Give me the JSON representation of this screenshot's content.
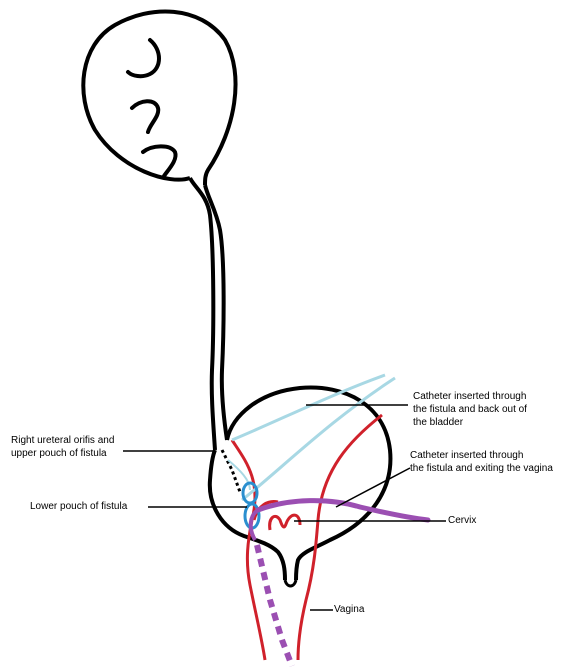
{
  "labels": {
    "catheter_bladder_line1": "Catheter inserted through",
    "catheter_bladder_line2": "the fistula and back out of",
    "catheter_bladder_line3": "the bladder",
    "catheter_vagina_line1": "Catheter inserted through",
    "catheter_vagina_line2": "the fistula and exiting the vagina",
    "right_ureteral_line1": "Right ureteral orifis and",
    "right_ureteral_line2": "upper pouch of fistula",
    "lower_pouch": "Lower pouch of fistula",
    "cervix": "Cervix",
    "vagina": "Vagina"
  },
  "colors": {
    "outline": "#000000",
    "uterus_vagina": "#d0212b",
    "catheter_bladder": "#a8d8e4",
    "catheter_vagina": "#9b4fb2",
    "fistula_pouch": "#2a8fcf"
  }
}
